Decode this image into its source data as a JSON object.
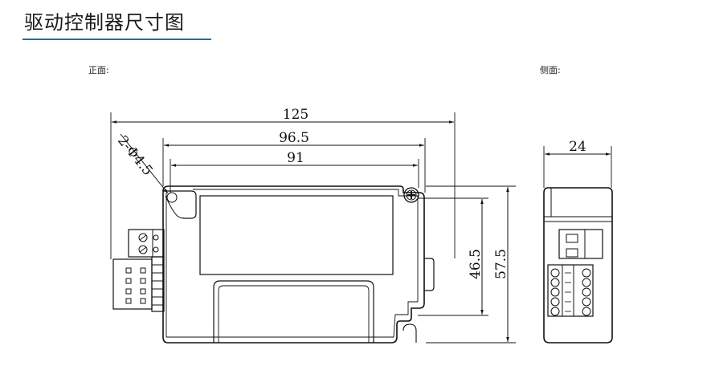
{
  "page": {
    "title": "驱动控制器尺寸图",
    "accent_color": "#1a6fa8"
  },
  "views": {
    "front_label": "正面:",
    "side_label": "侧面:"
  },
  "dimensions": {
    "overall_width": "125",
    "mid_width": "96.5",
    "inner_width": "91",
    "hole_note": "2-Φ4.5",
    "inner_height": "46.5",
    "overall_height": "57.5",
    "side_depth": "24"
  }
}
